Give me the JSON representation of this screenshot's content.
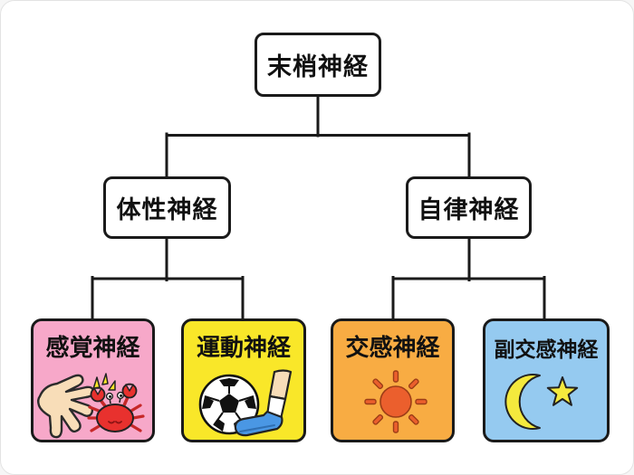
{
  "page": {
    "background": "#ffffff",
    "line_color": "#1a1a1a",
    "box_border_color": "#1a1a1a",
    "box_background": "#ffffff"
  },
  "tree": {
    "root": {
      "label": "末梢神経"
    },
    "branches": [
      {
        "label": "体性神経"
      },
      {
        "label": "自律神経"
      }
    ],
    "leaves": [
      {
        "label": "感覚神経",
        "bg": "#F7A8C9",
        "icons": [
          "hand-icon",
          "crab-icon",
          "sparkle-icon"
        ]
      },
      {
        "label": "運動神経",
        "bg": "#F9E729",
        "icons": [
          "soccer-ball-icon",
          "kicking-leg-icon"
        ]
      },
      {
        "label": "交感神経",
        "bg": "#F8AC43",
        "icons": [
          "sun-icon"
        ]
      },
      {
        "label": "副交感神経",
        "bg": "#95CAF0",
        "icons": [
          "crescent-moon-icon",
          "star-icon"
        ]
      }
    ]
  },
  "icon_colors": {
    "skin": "#F8DDB8",
    "crab_red": "#E8312E",
    "spark_yellow": "#F9E729",
    "shoe_blue": "#4A97E4",
    "sun_orange": "#EB5F2D",
    "moon_yellow": "#F4E93D"
  }
}
